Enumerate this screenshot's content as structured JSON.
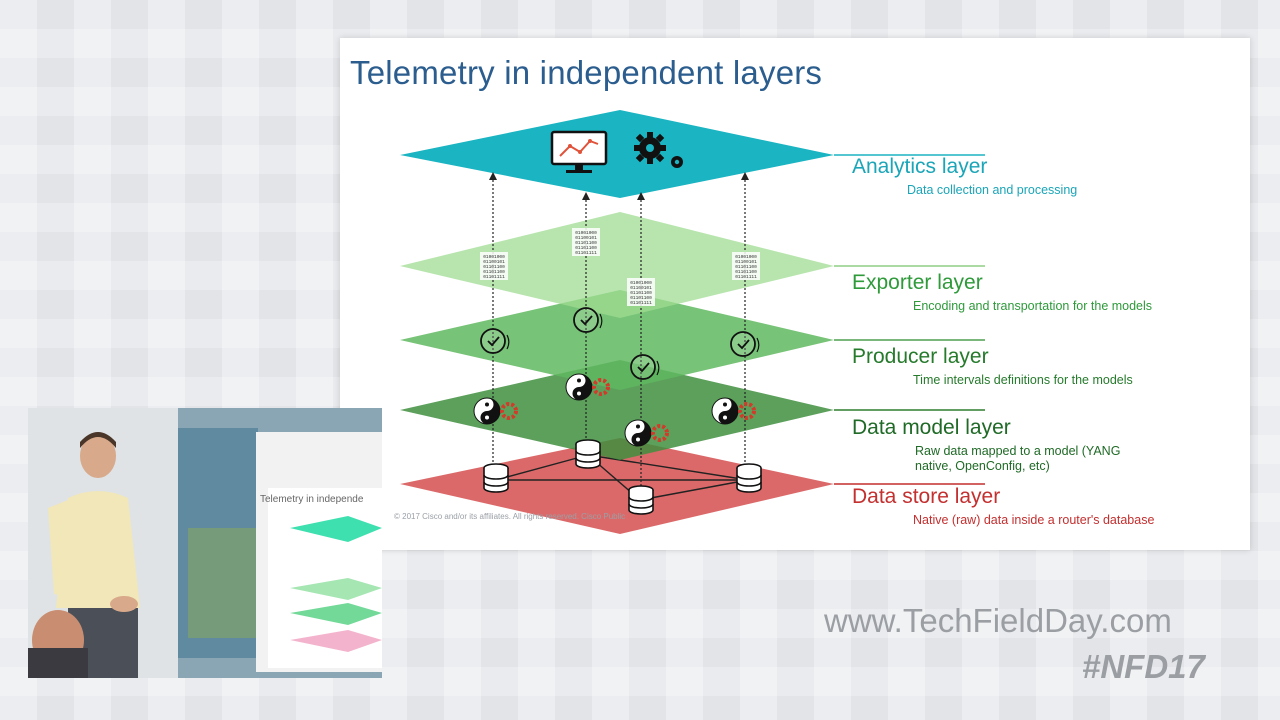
{
  "slide": {
    "title": "Telemetry in independent layers",
    "copyright": "© 2017 Cisco and/or its affiliates. All rights reserved. Cisco Public",
    "layers": [
      {
        "name": "Analytics layer",
        "description": "Data collection and processing",
        "color": "#1ab4c2",
        "text_color": "#1aa5b8"
      },
      {
        "name": "Exporter layer",
        "description": "Encoding and transportation for the models",
        "color": "#9fdc92",
        "text_color": "#2e9a3a"
      },
      {
        "name": "Producer layer",
        "description": "Time intervals definitions for the models",
        "color": "#5fb85f",
        "text_color": "#267a2c"
      },
      {
        "name": "Data model layer",
        "description": "Raw data mapped to a model (YANG native, OpenConfig, etc)",
        "color": "#3f8f3f",
        "text_color": "#1f6a26"
      },
      {
        "name": "Data store layer",
        "description": "Native (raw) data inside a router's database",
        "color": "#d95c5c",
        "text_color": "#c42f2f"
      }
    ],
    "binary_text": [
      "01001000",
      "01100101",
      "01101100",
      "01101100",
      "01101111"
    ]
  },
  "pip": {
    "description": "presenter video inset",
    "mini_slide_title": "Telemetry in independe"
  },
  "watermark": {
    "url": "www.TechFieldDay.com",
    "hashtag": "#NFD17"
  },
  "icons": {
    "analytics": [
      "monitor-chart-icon",
      "gears-icon"
    ],
    "exporter": "binary-packet-icon",
    "producer": "clock-icon",
    "data_model": "yin-yang-gear-icon",
    "data_store": "database-icon"
  }
}
